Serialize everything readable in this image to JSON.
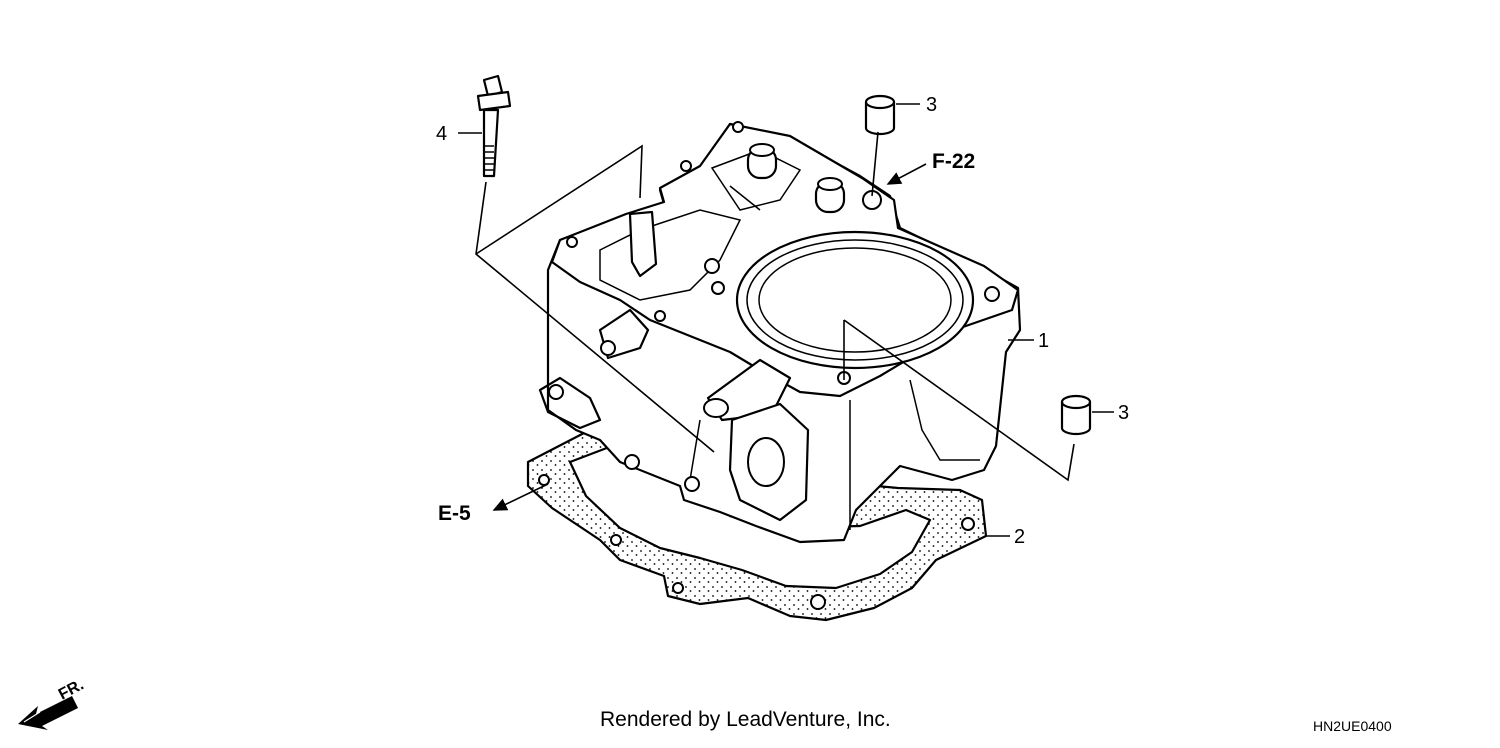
{
  "diagram": {
    "callouts": [
      {
        "label": "1",
        "part": "cylinder"
      },
      {
        "label": "2",
        "part": "cylinder-gasket"
      },
      {
        "label": "3",
        "part": "dowel-pin-upper"
      },
      {
        "label": "3",
        "part": "dowel-pin-lower"
      },
      {
        "label": "4",
        "part": "bolt"
      }
    ],
    "references": {
      "upper": "F-22",
      "lower": "E-5"
    },
    "direction_label": "FR.",
    "credit": "Rendered by LeadVenture, Inc.",
    "code": "HN2UE0400"
  }
}
